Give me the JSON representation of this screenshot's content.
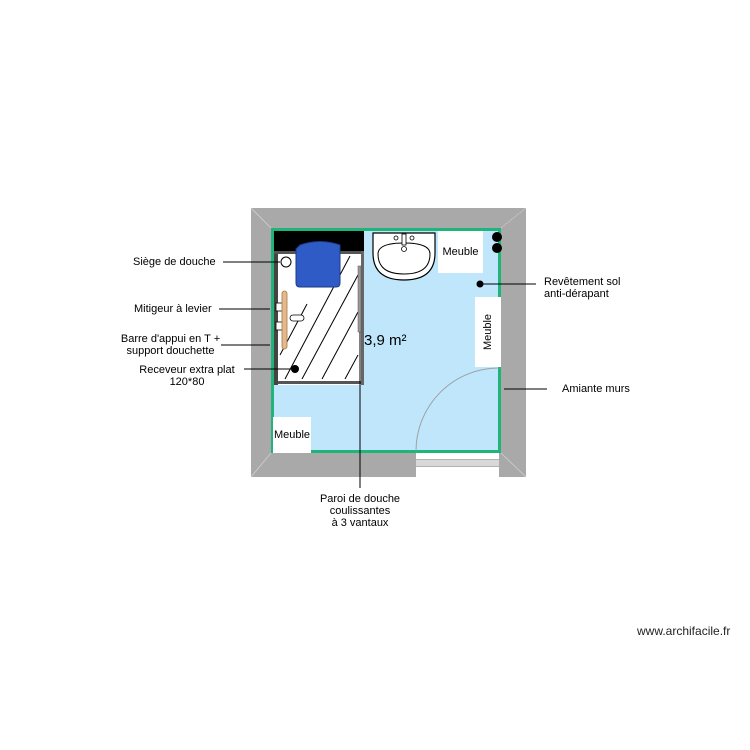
{
  "plan": {
    "area_label": "3,9 m²",
    "colors": {
      "wall": "#a9a9a9",
      "floor": "#bfe6fb",
      "wall_border": "#1fb57a",
      "shower_seat": "#2f5bc6",
      "grab_bar": "#e6b98a",
      "shower_top": "#000000"
    }
  },
  "furniture": [
    {
      "label": "Meuble"
    },
    {
      "label": "Meuble"
    },
    {
      "label": "Meuble"
    }
  ],
  "annotations": {
    "left": [
      {
        "lines": [
          "Siège de douche"
        ]
      },
      {
        "lines": [
          "Mitigeur à levier"
        ]
      },
      {
        "lines": [
          "Barre d'appui en T +",
          "support douchette"
        ]
      },
      {
        "lines": [
          "Receveur extra plat",
          "120*80"
        ]
      }
    ],
    "right": [
      {
        "lines": [
          "Revêtement sol",
          "anti-dérapant"
        ]
      },
      {
        "lines": [
          "Amiante murs"
        ]
      }
    ],
    "bottom": [
      {
        "lines": [
          "Paroi de douche",
          "coulissantes",
          "à 3 vantaux"
        ]
      }
    ]
  },
  "watermark": "www.archifacile.fr"
}
